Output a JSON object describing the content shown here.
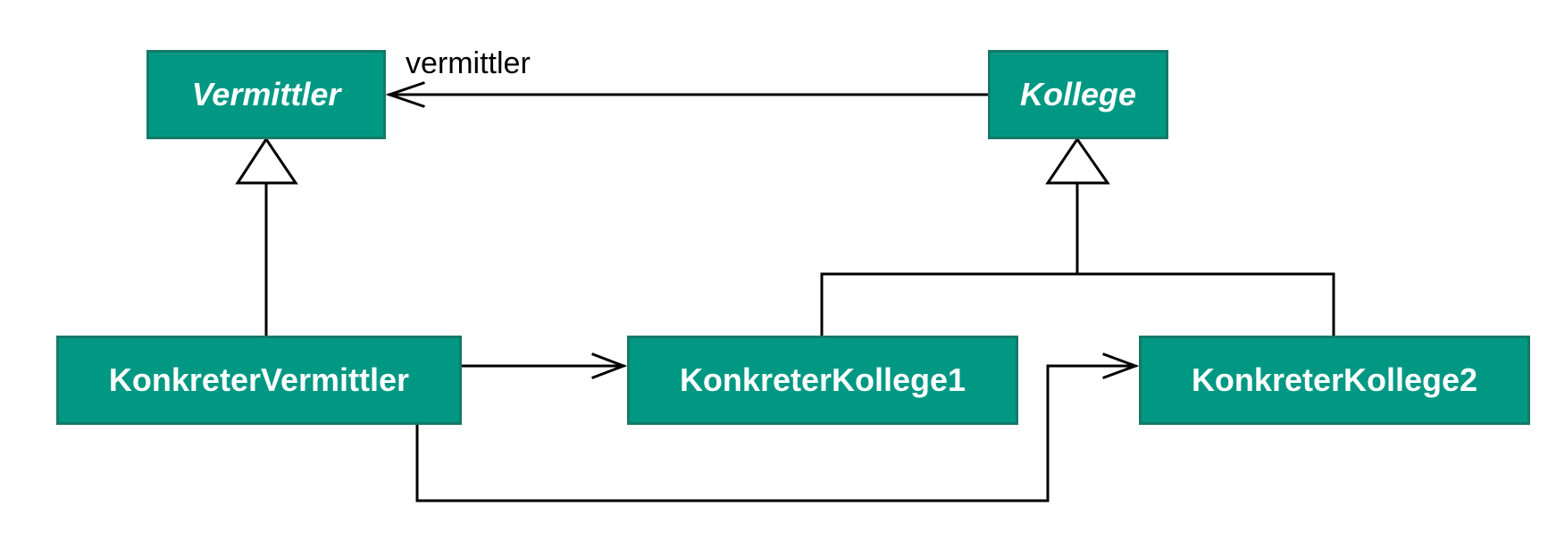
{
  "colors": {
    "class_fill": "#009883",
    "class_border": "#137a68",
    "class_text": "#ffffff",
    "line": "#000000"
  },
  "classes": {
    "vermittler": {
      "name": "Vermittler",
      "abstract": true
    },
    "kollege": {
      "name": "Kollege",
      "abstract": true
    },
    "konkreter_vermittler": {
      "name": "KonkreterVermittler",
      "abstract": false
    },
    "konkreter_kollege1": {
      "name": "KonkreterKollege1",
      "abstract": false
    },
    "konkreter_kollege2": {
      "name": "KonkreterKollege2",
      "abstract": false
    }
  },
  "associations": {
    "kollege_to_vermittler": {
      "role": "vermittler",
      "kind": "directed-association"
    },
    "kv_to_kk1": {
      "kind": "directed-association"
    },
    "kv_to_kk2": {
      "kind": "directed-association"
    }
  },
  "generalizations": [
    {
      "child": "KonkreterVermittler",
      "parent": "Vermittler"
    },
    {
      "child": "KonkreterKollege1",
      "parent": "Kollege"
    },
    {
      "child": "KonkreterKollege2",
      "parent": "Kollege"
    }
  ]
}
